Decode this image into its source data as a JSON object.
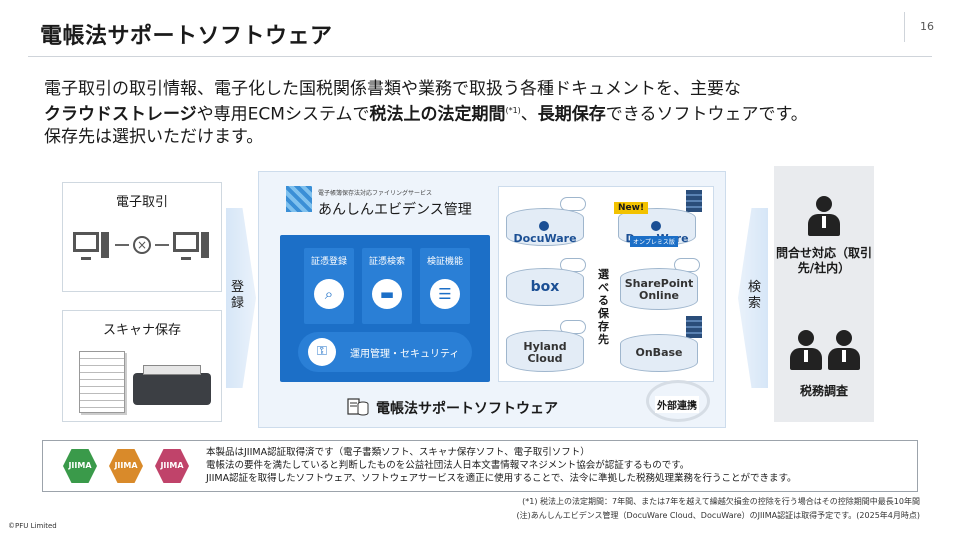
{
  "header": {
    "title": "電帳法サポートソフトウェア",
    "page_number": "16"
  },
  "intro": {
    "line1": "電子取引の取引情報、電子化した国税関係書類や業務で取扱う各種ドキュメントを、主要な",
    "line2_bold1": "クラウドストレージ",
    "line2_mid": "や専用ECMシステムで",
    "line2_bold2": "税法上の法定期間",
    "line2_sup": "(*1)",
    "line2_mid2": "、",
    "line2_bold3": "長期保存",
    "line2_end": "できるソフトウェアです。",
    "line3": "保存先は選択いただけます。"
  },
  "left": {
    "ecommerce_title": "電子取引",
    "scanner_title": "スキャナ保存",
    "arrow_label": "登録"
  },
  "center": {
    "logo_small": "電子帳簿保存法対応ファイリングサービス",
    "logo_name": "あんしんエビデンス管理",
    "features": [
      {
        "label": "証憑登録",
        "icon": "folder-search-icon"
      },
      {
        "label": "証憑検索",
        "icon": "folder-icon"
      },
      {
        "label": "検証機能",
        "icon": "checklist-icon"
      }
    ],
    "ops_label": "運用管理・セキュリティ",
    "storage": {
      "docuware": "DocuWare",
      "docuware_onprem": "DocuWare",
      "new_badge": "New!",
      "onprem_badge": "オンプレミス版",
      "box": "box",
      "sharepoint": "SharePoint Online",
      "hyland": "Hyland Cloud",
      "onbase": "OnBase",
      "choice_label": "選べる保存先"
    },
    "footer_title": "電帳法サポートソフトウェア",
    "external_label": "外部連携"
  },
  "right": {
    "arrow_label": "検索",
    "inquiry_label": "問合せ対応（取引先/社内）",
    "audit_label": "税務調査"
  },
  "jiima": {
    "badges": [
      {
        "text": "JIIMA",
        "color": "#3a9a4a"
      },
      {
        "text": "JIIMA",
        "color": "#d98a2a"
      },
      {
        "text": "JIIMA",
        "color": "#c0436a"
      }
    ],
    "line1": "本製品はJIIMA認証取得済です（電子書類ソフト、スキャナ保存ソフト、電子取引ソフト）",
    "line2": "電帳法の要件を満たしていると判断したものを公益社団法人日本文書情報マネジメント協会が認証するものです。",
    "line3": "JIIMA認証を取得したソフトウェア、ソフトウェアサービスを適正に使用することで、法令に準拠した税務処理業務を行うことができます。"
  },
  "notes": {
    "note1": "(*1) 税法上の法定期間：7年間、または7年を越えて繰越欠損金の控除を行う場合はその控除期間中最長10年間",
    "note2": "(注)あんしんエビデンス管理（DocuWare Cloud、DocuWare）のJIIMA認証は取得予定です。(2025年4月時点)"
  },
  "copyright": "©PFU Limited"
}
